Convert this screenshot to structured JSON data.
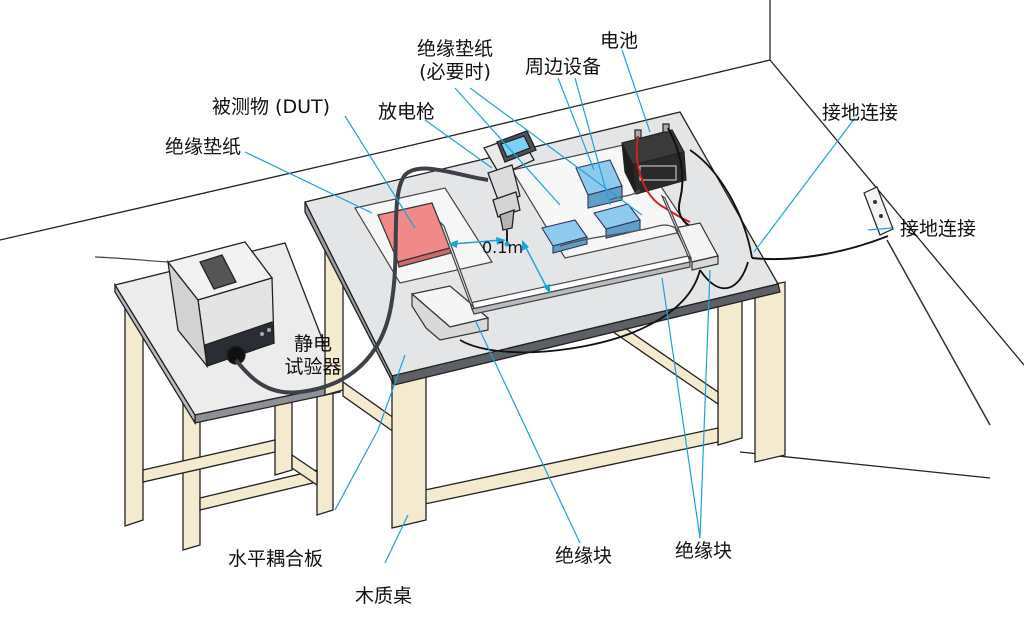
{
  "labels": {
    "insulating_paper_optional_line1": "绝缘垫纸",
    "insulating_paper_optional_line2": "(必要时)",
    "peripheral": "周边设备",
    "battery": "电池",
    "dut": "被测物 (DUT)",
    "discharge_gun": "放电枪",
    "insulating_paper": "绝缘垫纸",
    "ground_connection_1": "接地连接",
    "ground_connection_2": "接地连接",
    "distance": "0.1m",
    "esd_tester_line1": "静电",
    "esd_tester_line2": "试验器",
    "horizontal_coupling_plane": "水平耦合板",
    "wooden_table": "木质桌",
    "insulating_block_1": "绝缘块",
    "insulating_block_2": "绝缘块"
  },
  "colors": {
    "leader_line": "#1aa3d9",
    "dut": "#f08a8a",
    "peripheral": "#8ec9ee",
    "wood": "#f3ead0",
    "table_top": "#9a9ea3",
    "ground_cable": "#111111",
    "battery_lead": "#cc2222"
  }
}
